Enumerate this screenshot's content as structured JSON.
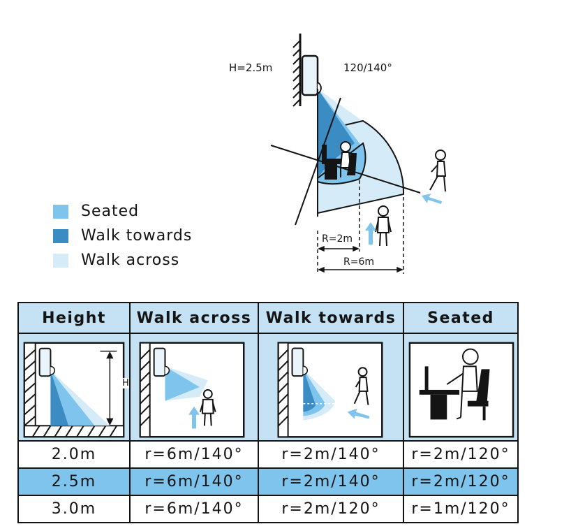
{
  "diagram": {
    "height_label": "H=2.5m",
    "angle_label": "120/140°",
    "r_small_label": "R=2m",
    "r_large_label": "R=6m",
    "pic_h_label": "H"
  },
  "legend": [
    {
      "label": "Seated",
      "color": "#7fc4ec"
    },
    {
      "label": "Walk towards",
      "color": "#3a8cc2"
    },
    {
      "label": "Walk across",
      "color": "#d6ebf8"
    }
  ],
  "table": {
    "headers": [
      "Height",
      "Walk across",
      "Walk towards",
      "Seated"
    ],
    "rows": [
      [
        "2.0m",
        "r=6m/140°",
        "r=2m/140°",
        "r=2m/120°"
      ],
      [
        "2.5m",
        "r=6m/140°",
        "r=2m/140°",
        "r=2m/120°"
      ],
      [
        "3.0m",
        "r=6m/140°",
        "r=2m/120°",
        "r=1m/120°"
      ]
    ],
    "highlight_row": 1
  },
  "colors": {
    "dark_blue": "#3a8cc2",
    "mid_blue": "#7fc4ec",
    "light_blue": "#d6ebf8",
    "header_bg": "#c5e2f4",
    "line": "#141414"
  }
}
